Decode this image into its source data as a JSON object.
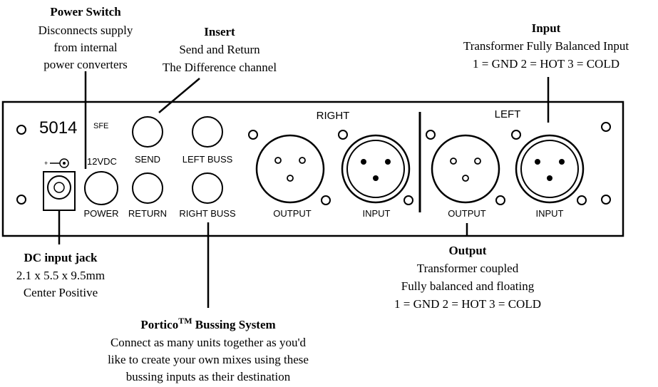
{
  "annotations": {
    "power_switch": {
      "title": "Power Switch",
      "lines": [
        "Disconnects supply",
        "from internal",
        "power converters"
      ]
    },
    "insert": {
      "title": "Insert",
      "lines": [
        "Send and Return",
        "The Difference channel"
      ]
    },
    "input": {
      "title": "Input",
      "lines": [
        "Transformer Fully Balanced Input",
        "1 = GND  2 = HOT   3 = COLD"
      ]
    },
    "dc_input": {
      "title": "DC input jack",
      "lines": [
        "2.1 x 5.5 x 9.5mm",
        "Center Positive"
      ]
    },
    "output": {
      "title": "Output",
      "lines": [
        "Transformer coupled",
        "Fully balanced and floating",
        "1 = GND  2 = HOT   3 = COLD"
      ]
    },
    "portico": {
      "title_main": "Portico",
      "title_sup": "TM",
      "title_rest": " Bussing System",
      "lines": [
        "Connect as many units together as you'd",
        "like to create your own mixes using these",
        "bussing inputs as their destination"
      ]
    }
  },
  "panel": {
    "model": "5014",
    "model_suffix": "SFE",
    "polarity_symbol": "+",
    "voltage_label": "12VDC",
    "power_label": "POWER",
    "send_label": "SEND",
    "return_label": "RETURN",
    "left_buss_label": "LEFT BUSS",
    "right_buss_label": "RIGHT BUSS",
    "right_channel_label": "RIGHT",
    "left_channel_label": "LEFT",
    "right_output_label": "OUTPUT",
    "right_input_label": "INPUT",
    "left_output_label": "OUTPUT",
    "left_input_label": "INPUT"
  }
}
